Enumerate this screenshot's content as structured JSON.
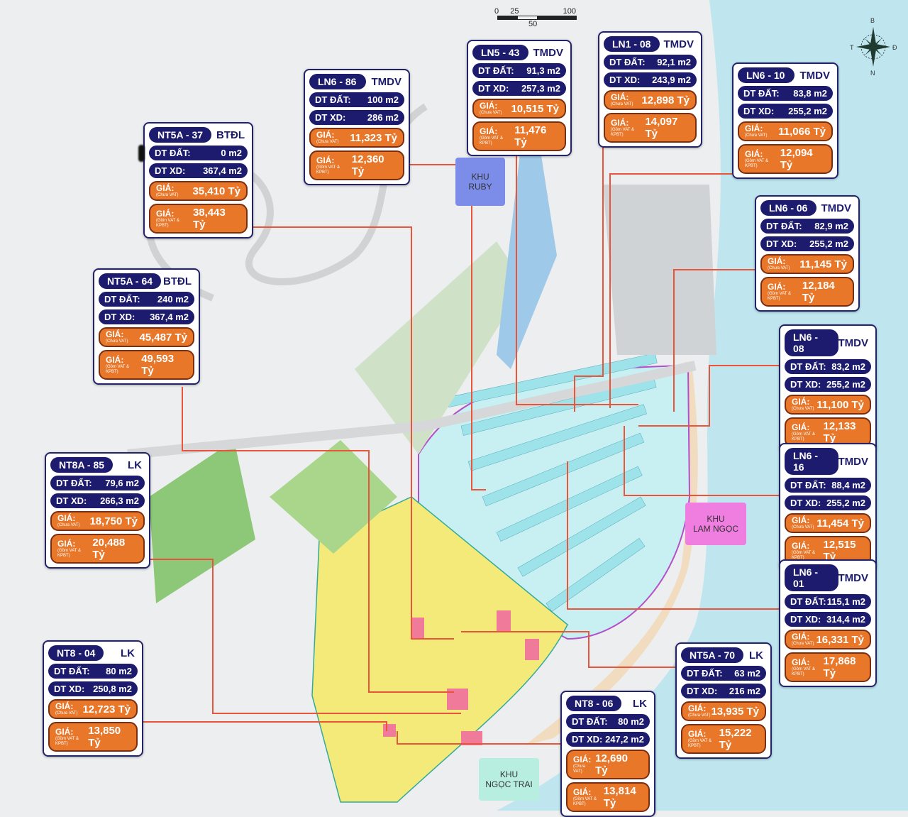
{
  "price_notes": {
    "excl_vat": "(Chưa VAT)",
    "incl_vat": "(Gồm VAT & KPBT)"
  },
  "labels": {
    "land_area": "DT ĐẤT:",
    "build_area": "DT XD:",
    "price": "GIÁ:"
  },
  "cards": [
    {
      "code": "NT5A - 37",
      "type": "BTĐL",
      "land": "0 m2",
      "build": "367,4 m2",
      "price_excl": "35,410 Tỷ",
      "price_incl": "38,443 Tỷ",
      "land_obscured": true
    },
    {
      "code": "LN6 - 86",
      "type": "TMDV",
      "land": "100 m2",
      "build": "286 m2",
      "price_excl": "11,323 Tỷ",
      "price_incl": "12,360 Tỷ"
    },
    {
      "code": "LN5 - 43",
      "type": "TMDV",
      "land": "91,3 m2",
      "build": "257,3 m2",
      "price_excl": "10,515 Tỷ",
      "price_incl": "11,476 Tỷ"
    },
    {
      "code": "LN1 - 08",
      "type": "TMDV",
      "land": "92,1 m2",
      "build": "243,9 m2",
      "price_excl": "12,898 Tỷ",
      "price_incl": "14,097 Tỷ"
    },
    {
      "code": "LN6 - 10",
      "type": "TMDV",
      "land": "83,8 m2",
      "build": "255,2 m2",
      "price_excl": "11,066 Tỷ",
      "price_incl": "12,094 Tỷ"
    },
    {
      "code": "LN6 - 06",
      "type": "TMDV",
      "land": "82,9 m2",
      "build": "255,2 m2",
      "price_excl": "11,145 Tỷ",
      "price_incl": "12,184 Tỷ"
    },
    {
      "code": "NT5A - 64",
      "type": "BTĐL",
      "land": "240 m2",
      "build": "367,4 m2",
      "price_excl": "45,487 Tỷ",
      "price_incl": "49,593 Tỷ"
    },
    {
      "code": "LN6 - 08",
      "type": "TMDV",
      "land": "83,2 m2",
      "build": "255,2 m2",
      "price_excl": "11,100 Tỷ",
      "price_incl": "12,133 Tỷ"
    },
    {
      "code": "LN6 - 16",
      "type": "TMDV",
      "land": "88,4 m2",
      "build": "255,2 m2",
      "price_excl": "11,454 Tỷ",
      "price_incl": "12,515 Tỷ"
    },
    {
      "code": "NT8A - 85",
      "type": "LK",
      "land": "79,6 m2",
      "build": "266,3 m2",
      "price_excl": "18,750 Tỷ",
      "price_incl": "20,488 Tỷ"
    },
    {
      "code": "LN6 - 01",
      "type": "TMDV",
      "land": "115,1 m2",
      "build": "314,4 m2",
      "price_excl": "16,331 Tỷ",
      "price_incl": "17,868 Tỷ"
    },
    {
      "code": "NT8 - 04",
      "type": "LK",
      "land": "80 m2",
      "build": "250,8 m2",
      "price_excl": "12,723 Tỷ",
      "price_incl": "13,850 Tỷ"
    },
    {
      "code": "NT5A - 70",
      "type": "LK",
      "land": "63 m2",
      "build": "216 m2",
      "price_excl": "13,935 Tỷ",
      "price_incl": "15,222 Tỷ"
    },
    {
      "code": "NT8 - 06",
      "type": "LK",
      "land": "80 m2",
      "build": "247,2 m2",
      "price_excl": "12,690 Tỷ",
      "price_incl": "13,814 Tỷ"
    }
  ],
  "zones": [
    {
      "line1": "KHU",
      "line2": "RUBY",
      "color": "#7b8de8"
    },
    {
      "line1": "KHU",
      "line2": "LAM NGỌC",
      "color": "#f07de0"
    },
    {
      "line1": "KHU",
      "line2": "NGỌC TRAI",
      "color": "#b8eee0"
    }
  ],
  "scale": {
    "t0": "0",
    "t25": "25",
    "t50": "50",
    "t100": "100"
  },
  "compass": {
    "n": "B",
    "s": "N",
    "e": "Đ",
    "w": "T"
  },
  "colors": {
    "card_dark": "#1c1b6e",
    "price_orange": "#e8772a",
    "connector": "#e8553a",
    "sea": "#bfe6ef",
    "lot_cyan": "#9fe3ea",
    "lot_yellow": "#f3ea7a",
    "lot_pink": "#f07a9a"
  }
}
